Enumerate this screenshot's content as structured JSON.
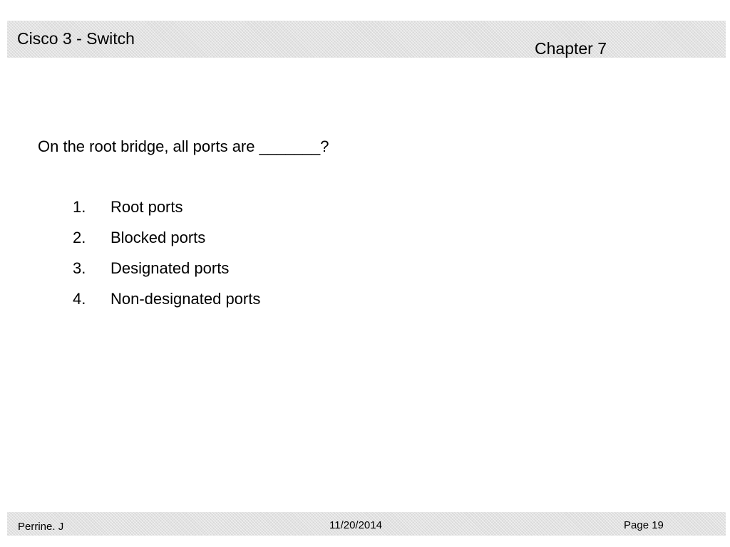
{
  "header": {
    "course_title": "Cisco 3 - Switch",
    "chapter": "Chapter 7"
  },
  "question": {
    "text": "On the root bridge, all ports are _______?",
    "options": [
      {
        "number": "1.",
        "label": "Root ports"
      },
      {
        "number": "2.",
        "label": "Blocked ports"
      },
      {
        "number": "3.",
        "label": "Designated ports"
      },
      {
        "number": "4.",
        "label": "Non-designated ports"
      }
    ]
  },
  "footer": {
    "author": "Perrine. J",
    "date": "11/20/2014",
    "page": "Page 19"
  },
  "colors": {
    "band": "#d9d9d9",
    "text": "#000000",
    "background": "#ffffff"
  }
}
